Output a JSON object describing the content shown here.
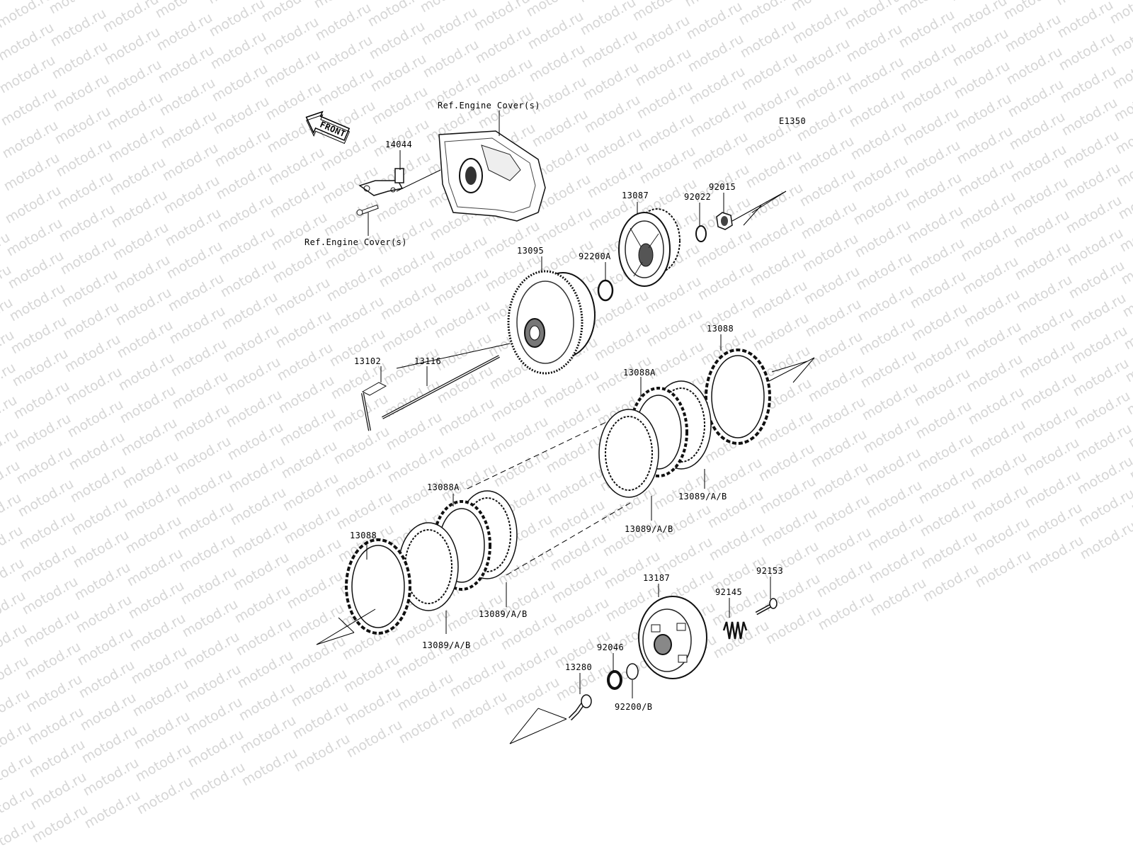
{
  "diagram_code": "E1350",
  "front_arrow_text": "FRONT",
  "watermark_text": "motod.ru",
  "labels": {
    "ref_cover_top": "Ref.Engine Cover(s)",
    "ref_cover_bottom": "Ref.Engine Cover(s)",
    "p14044": "14044",
    "p13087": "13087",
    "p92022": "92022",
    "p92015": "92015",
    "p13095": "13095",
    "p92200A": "92200A",
    "p13102": "13102",
    "p13116": "13116",
    "p13088_upper": "13088",
    "p13088A_upper": "13088A",
    "p13089_upper_right": "13089/A/B",
    "p13089_upper_mid": "13089/A/B",
    "p13088A_lower": "13088A",
    "p13088_lower": "13088",
    "p13089_lower_mid": "13089/A/B",
    "p13089_lower_left": "13089/A/B",
    "p13187": "13187",
    "p92153": "92153",
    "p92145": "92145",
    "p92046": "92046",
    "p13280": "13280",
    "p92200B": "92200/B"
  }
}
